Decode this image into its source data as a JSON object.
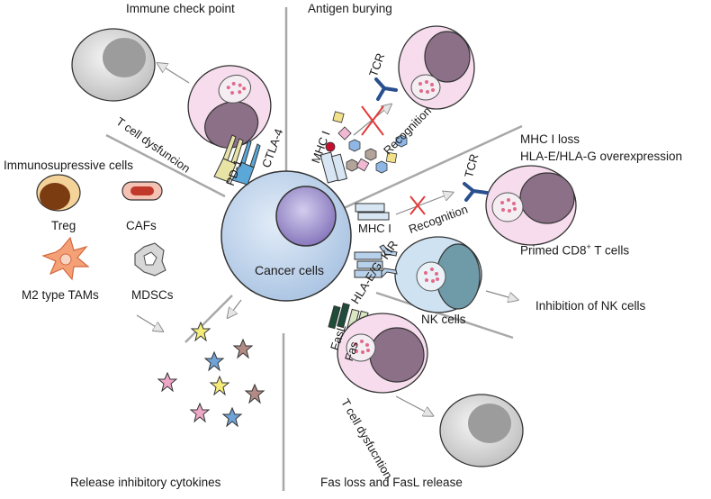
{
  "sections": {
    "immune_checkpoint": "Immune check point",
    "antigen_burying": "Antigen burying",
    "mhc_loss_line1": "MHC I loss",
    "mhc_loss_line2": "HLA-E/HLA-G overexpression",
    "immunosuppressive_cells": "Immunosupressive cells",
    "release_cytokines": "Release inhibitory cytokines",
    "fas_loss": "Fas loss and FasL release",
    "inhibition_nk": "Inhibition of NK cells"
  },
  "cells": {
    "cancer": "Cancer cells",
    "treg": "Treg",
    "cafs": "CAFs",
    "m2_tams": "M2 type TAMs",
    "mdscs": "MDSCs",
    "primed_cd8": "Primed CD8",
    "primed_cd8_sup": "+",
    "primed_cd8_suffix": " T cells",
    "nk": "NK cells"
  },
  "molecules": {
    "tcr_top": "TCR",
    "tcr_right": "TCR",
    "mhc_top": "MHC I",
    "mhc_right": "MHC I",
    "ctla4": "CTLA-4",
    "pd1": "PD-1",
    "kir": "KIR",
    "hla_eg": "HLA-E/G",
    "fasl": "FasL",
    "fas": "Fas"
  },
  "processes": {
    "recognition_top": "Recognition",
    "recognition_right": "Recognition",
    "t_dysfunction_upper": "T cell dysfuncion",
    "t_dysfunction_lower": "T cell dysfucntion"
  },
  "colors": {
    "cancer_cell": "#c5d8ee",
    "t_cell": "#f6dcec",
    "t_nucleus": "#8c7088",
    "dead_cell": "#e2e2e2",
    "nk_cell": "#cfe2f2",
    "tcr": "#2a4f8f",
    "ctla4": "#5aa7d8",
    "pd1": "#e8e4a6",
    "inhibit_cross": "#e23b3b",
    "divider": "#a8a8a8"
  },
  "icons": [
    "t-cell-icon",
    "dead-cell-icon",
    "treg-icon",
    "caf-icon",
    "m2-tam-icon",
    "mdsc-icon",
    "nk-cell-icon",
    "cytokine-star-icon",
    "peptide-icon"
  ]
}
